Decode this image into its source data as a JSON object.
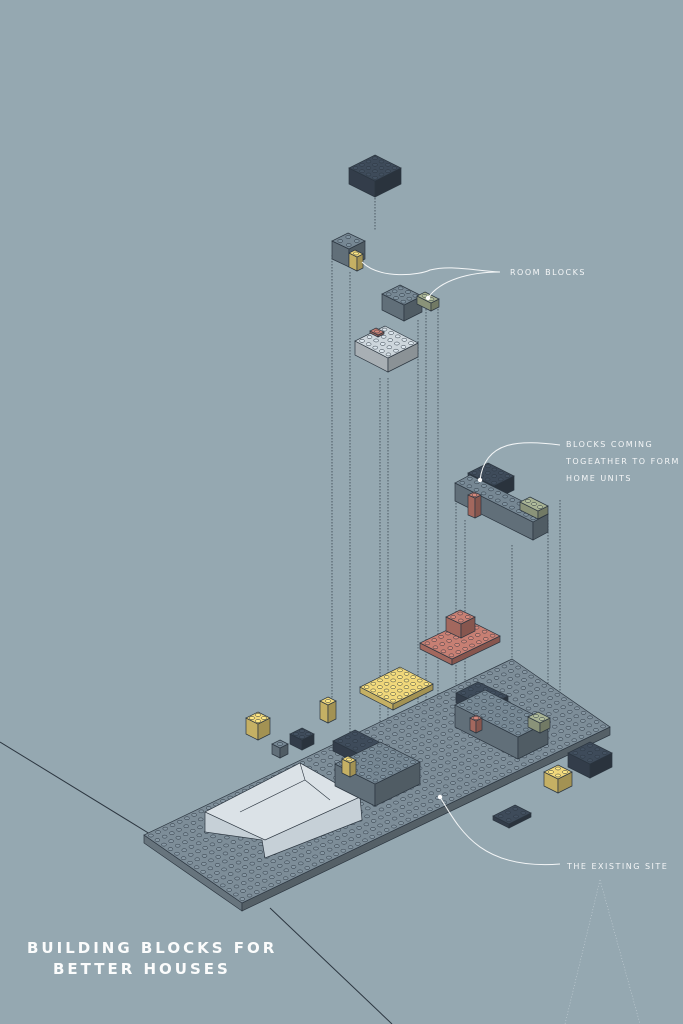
{
  "labels": {
    "room_blocks": "Room blocks",
    "home_units_line1": "Blocks coming",
    "home_units_line2": "togeather to form",
    "home_units_line3": "home units",
    "existing_site": "The existing site"
  },
  "title": {
    "line1": "Building blocks for",
    "line2": "Better Houses"
  },
  "colors": {
    "background": "#95a8b1",
    "dark": "#3e4b5a",
    "mid": "#75879394",
    "light": "#cdd6dc",
    "yellow": "#f0d77a",
    "red": "#c77f73",
    "green": "#a8b394",
    "outline": "#2c3640"
  }
}
